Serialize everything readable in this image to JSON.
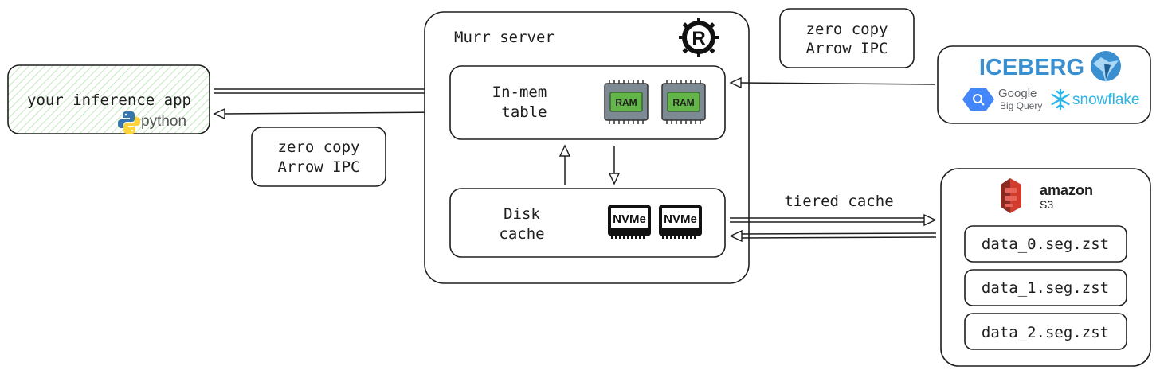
{
  "app": {
    "label": "your inference app",
    "python_logo_text": "python",
    "python_logo_icon": "python-logo-icon"
  },
  "ipc_left": {
    "line1": "zero copy",
    "line2": "Arrow IPC"
  },
  "ipc_right": {
    "line1": "zero copy",
    "line2": "Arrow IPC"
  },
  "server": {
    "title": "Murr server",
    "logo_icon": "rust-logo-icon",
    "inmem": {
      "line1": "In-mem",
      "line2": "table",
      "chips": [
        "RAM",
        "RAM"
      ]
    },
    "disk": {
      "line1": "Disk",
      "line2": "cache",
      "chips": [
        "NVMe",
        "NVMe"
      ]
    }
  },
  "sources": {
    "iceberg_logo": "ICEBERG",
    "bigquery_line1": "Google",
    "bigquery_line2": "Big Query",
    "snowflake_logo": "snowflake"
  },
  "tiered_cache_label": "tiered cache",
  "s3": {
    "logo_line1": "amazon",
    "logo_line2": "S3",
    "files": [
      "data_0.seg.zst",
      "data_1.seg.zst",
      "data_2.seg.zst"
    ]
  },
  "colors": {
    "stroke": "#1e1e1e",
    "app_fill_hatch": "#b2e3ac",
    "ram_chip_green": "#63b449",
    "iceberg_blue": "#3a8fd1",
    "bigquery_blue": "#4386fa",
    "snowflake_blue": "#29b5e8",
    "s3_red": "#d13c2e"
  }
}
